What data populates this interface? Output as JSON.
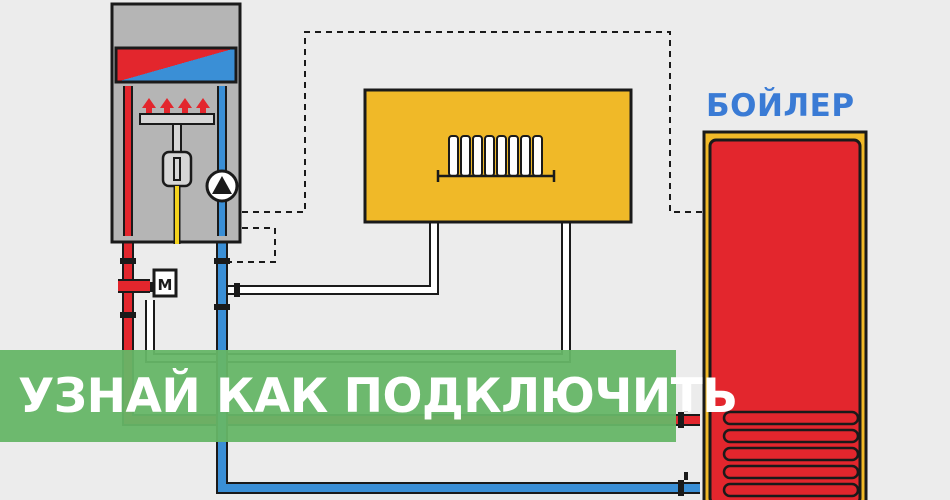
{
  "tank": {
    "label": "БОЙЛЕР"
  },
  "banner": {
    "text": "УЗНАЙ КАК ПОДКЛЮЧИТЬ"
  },
  "valve": {
    "motor_letter": "M"
  },
  "colors": {
    "background": "#ececec",
    "outline": "#1a1a1a",
    "hot_water": "#e3262d",
    "cold_water": "#3a8fd6",
    "radiator_panel": "#f0b928",
    "unit_body": "#b5b5b5",
    "banner": "#66b667",
    "label_blue": "#3a7bd5",
    "flame_yellow": "#f4d21e"
  }
}
